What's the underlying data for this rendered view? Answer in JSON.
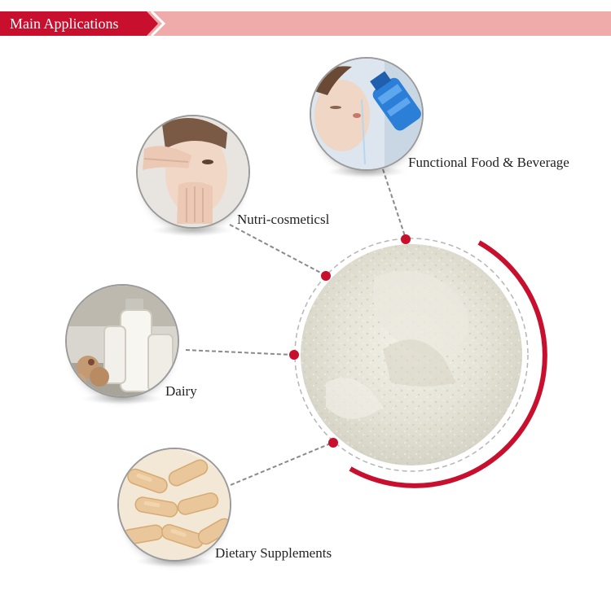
{
  "header": {
    "title": "Main Applications",
    "accent_color": "#c8102e",
    "bar_color": "#efaaaa"
  },
  "center": {
    "image_name": "powder-image",
    "arc_color": "#c8102e"
  },
  "applications": [
    {
      "id": "functional-food",
      "label": "Functional Food & Beverage",
      "icon": "woman-drinking-water-icon"
    },
    {
      "id": "nutri-cosmetics",
      "label": "Nutri-cosmeticsl",
      "icon": "woman-face-icon"
    },
    {
      "id": "dairy",
      "label": "Dairy",
      "icon": "milk-bottles-icon"
    },
    {
      "id": "dietary-supplements",
      "label": "Dietary Supplements",
      "icon": "capsules-icon"
    }
  ]
}
